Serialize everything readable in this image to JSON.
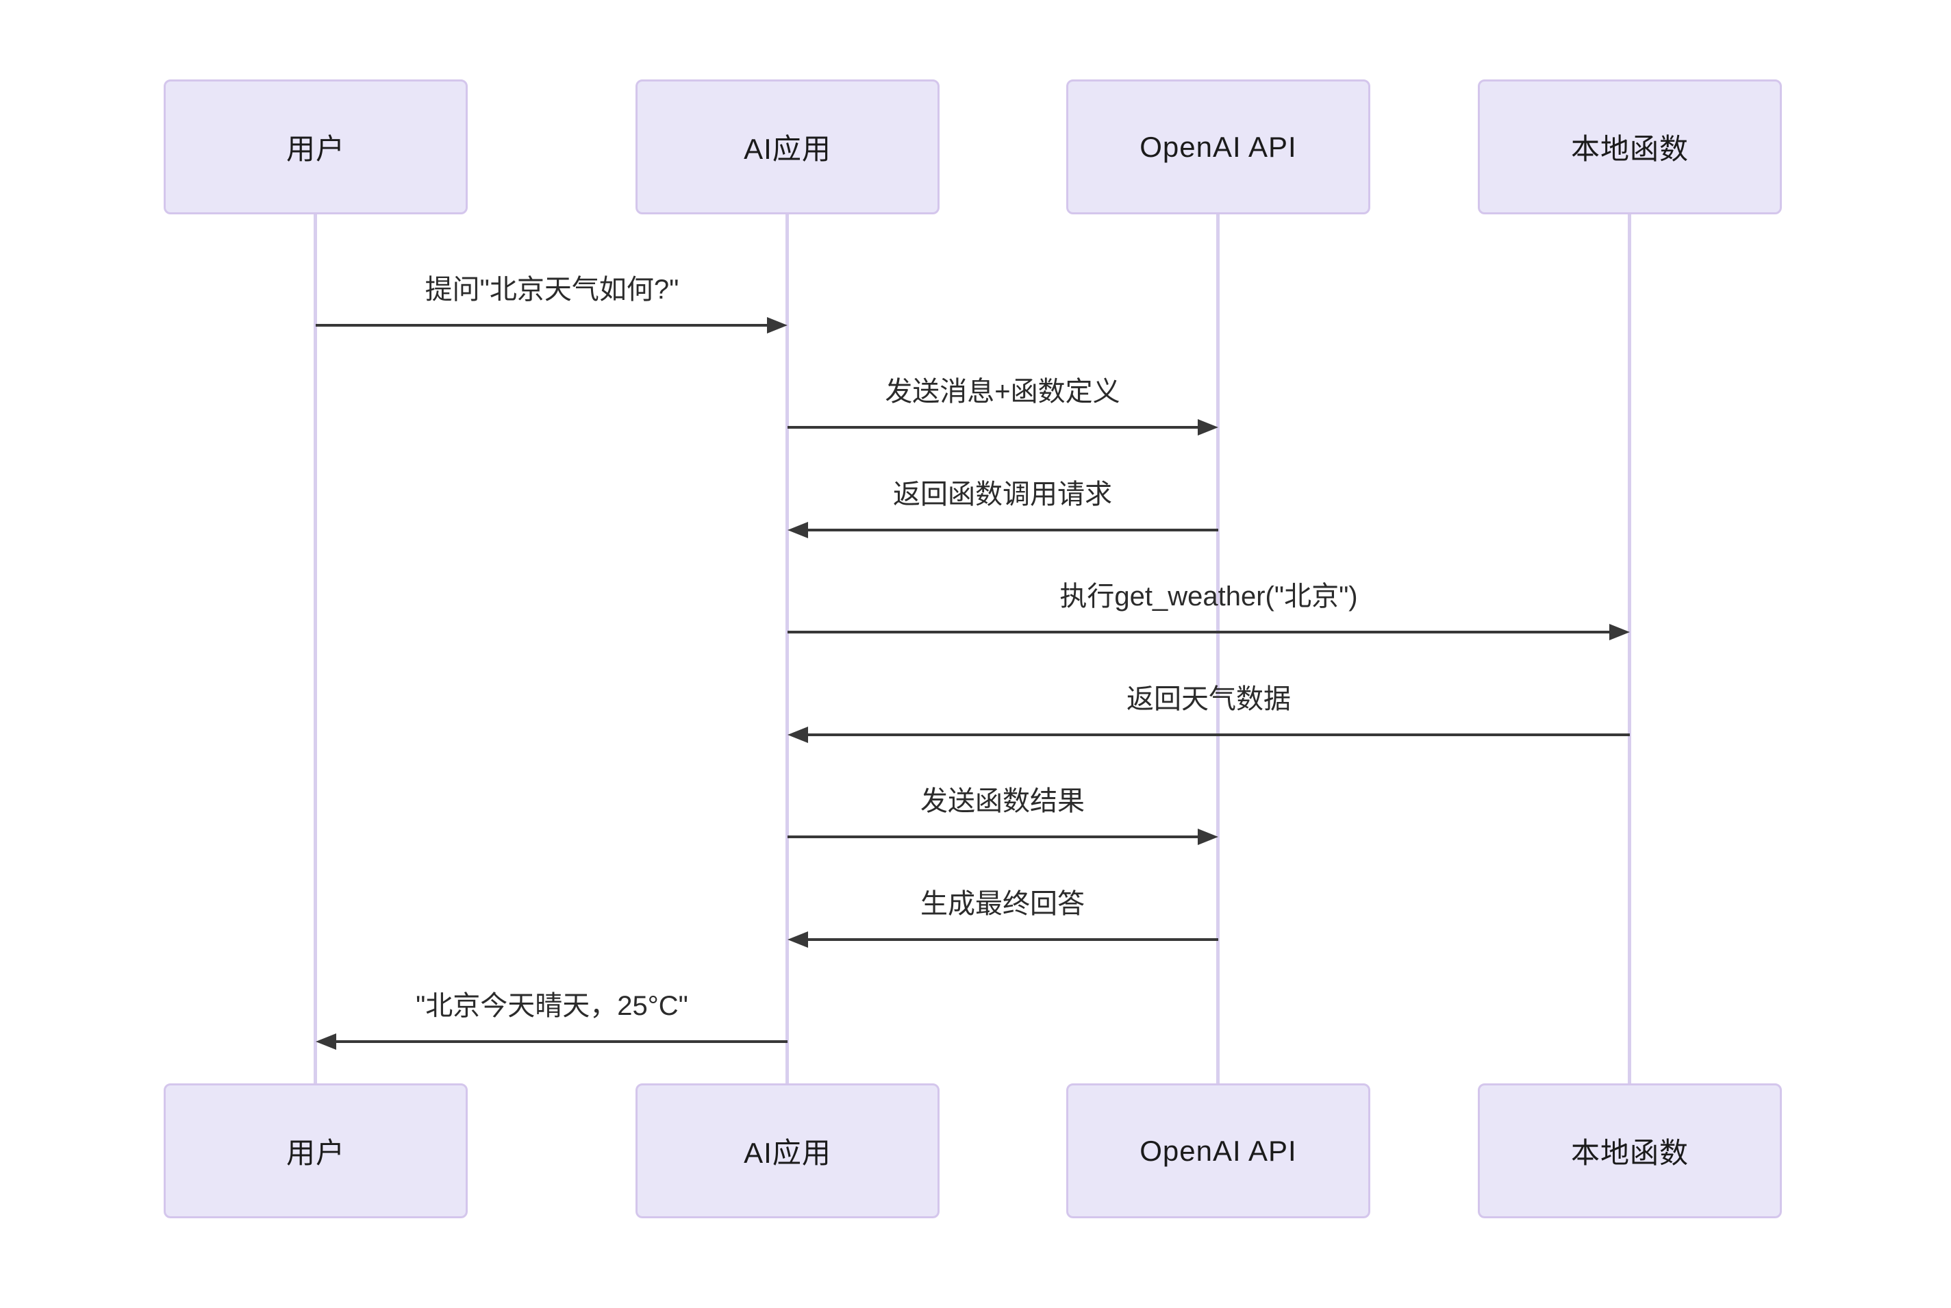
{
  "diagram": {
    "type": "sequence-diagram",
    "background": "#ffffff",
    "colors": {
      "actor_fill": "#e9e6f8",
      "actor_border": "#d4c6ec",
      "lifeline": "#d8ceee",
      "arrow": "#383838",
      "text": "#2b2b2b"
    },
    "actors": [
      {
        "name": "用户"
      },
      {
        "name": "AI应用"
      },
      {
        "name": "OpenAI API"
      },
      {
        "name": "本地函数"
      }
    ],
    "messages": [
      {
        "from": "用户",
        "to": "AI应用",
        "direction": "right",
        "line": "solid",
        "label": "提问\"北京天气如何?\""
      },
      {
        "from": "AI应用",
        "to": "OpenAI API",
        "direction": "right",
        "line": "solid",
        "label": "发送消息+函数定义"
      },
      {
        "from": "OpenAI API",
        "to": "AI应用",
        "direction": "left",
        "line": "solid",
        "label": "返回函数调用请求"
      },
      {
        "from": "AI应用",
        "to": "本地函数",
        "direction": "right",
        "line": "solid",
        "label": "执行get_weather(\"北京\")"
      },
      {
        "from": "本地函数",
        "to": "AI应用",
        "direction": "left",
        "line": "solid",
        "label": "返回天气数据"
      },
      {
        "from": "AI应用",
        "to": "OpenAI API",
        "direction": "right",
        "line": "solid",
        "label": "发送函数结果"
      },
      {
        "from": "OpenAI API",
        "to": "AI应用",
        "direction": "left",
        "line": "solid",
        "label": "生成最终回答"
      },
      {
        "from": "AI应用",
        "to": "用户",
        "direction": "left",
        "line": "solid",
        "label": "\"北京今天晴天，25°C\""
      }
    ]
  }
}
